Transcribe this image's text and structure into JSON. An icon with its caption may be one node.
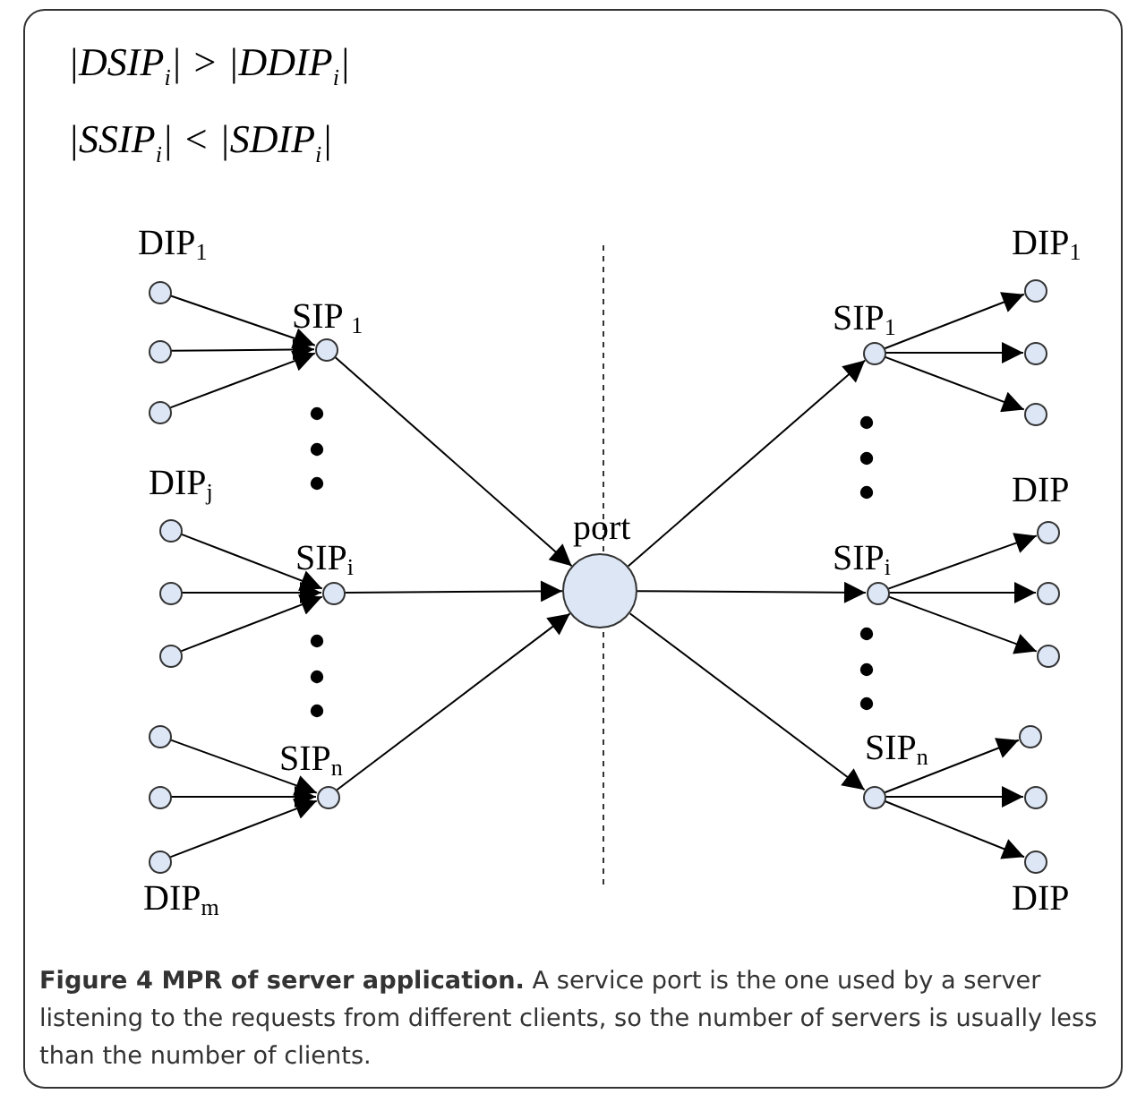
{
  "diagram": {
    "caption": "**Figure 4 MPR of server application.** A service port is the one used by a server listening to the requests from different clients, so the number of servers is usually less than the number of clients.",
    "nodes": [
      {
        "text": [],
        "shape": "circle",
        "beside": [
          "DIP$_{1}$"
        ]
      },
      {
        "text": [],
        "shape": "circle"
      },
      {
        "text": [],
        "shape": "circle"
      },
      {
        "text": [],
        "shape": "circle",
        "beside": [
          "SIP $_{1}$"
        ]
      },
      {
        "text": [],
        "shape": "circle",
        "beside": [
          "DIP$_{j}$"
        ]
      },
      {
        "text": [],
        "shape": "circle"
      },
      {
        "text": [],
        "shape": "circle"
      },
      {
        "text": [],
        "shape": "circle",
        "beside": [
          "SIP$_{i}$"
        ]
      },
      {
        "text": [],
        "shape": "circle"
      },
      {
        "text": [],
        "shape": "circle"
      },
      {
        "text": [],
        "shape": "circle",
        "beside": [
          "DIP$_{m}$"
        ]
      },
      {
        "text": [],
        "shape": "circle",
        "beside": [
          "SIP$_{n}$"
        ]
      },
      {
        "text": [],
        "shape": "circle",
        "beside": [
          "port"
        ]
      },
      {
        "text": [],
        "shape": "circle",
        "beside": [
          "SIP$_{1}$"
        ]
      },
      {
        "text": [],
        "shape": "circle",
        "beside": [
          "DIP$_{1}$"
        ]
      },
      {
        "text": [],
        "shape": "circle"
      },
      {
        "text": [],
        "shape": "circle"
      },
      {
        "text": [],
        "shape": "circle",
        "beside": [
          "SIP$_{i}$"
        ]
      },
      {
        "text": [],
        "shape": "circle",
        "beside": [
          "DIP"
        ]
      },
      {
        "text": [],
        "shape": "circle"
      },
      {
        "text": [],
        "shape": "circle"
      },
      {
        "text": [],
        "shape": "circle",
        "beside": [
          "SIP$_{n}$"
        ]
      },
      {
        "text": [],
        "shape": "circle"
      },
      {
        "text": [],
        "shape": "circle"
      },
      {
        "text": [],
        "shape": "circle",
        "beside": [
          "DIP"
        ]
      }
    ],
    "edges": [
      {
        "from": 0,
        "to": 3,
        "arrow": "to"
      },
      {
        "from": 1,
        "to": 3,
        "arrow": "to"
      },
      {
        "from": 2,
        "to": 3,
        "arrow": "to"
      },
      {
        "from": 4,
        "to": 7,
        "arrow": "to"
      },
      {
        "from": 5,
        "to": 7,
        "arrow": "to"
      },
      {
        "from": 6,
        "to": 7,
        "arrow": "to"
      },
      {
        "from": 8,
        "to": 11,
        "arrow": "to"
      },
      {
        "from": 9,
        "to": 11,
        "arrow": "to"
      },
      {
        "from": 10,
        "to": 11,
        "arrow": "to"
      },
      {
        "from": 3,
        "to": 12,
        "arrow": "to"
      },
      {
        "from": 7,
        "to": 12,
        "arrow": "to"
      },
      {
        "from": 11,
        "to": 12,
        "arrow": "to"
      },
      {
        "from": 12,
        "to": 13,
        "arrow": "to"
      },
      {
        "from": 12,
        "to": 17,
        "arrow": "to"
      },
      {
        "from": 12,
        "to": 21,
        "arrow": "to"
      },
      {
        "from": 13,
        "to": 14,
        "arrow": "to"
      },
      {
        "from": 13,
        "to": 15,
        "arrow": "to"
      },
      {
        "from": 13,
        "to": 16,
        "arrow": "to"
      },
      {
        "from": 17,
        "to": 18,
        "arrow": "to"
      },
      {
        "from": 17,
        "to": 19,
        "arrow": "to"
      },
      {
        "from": 17,
        "to": 20,
        "arrow": "to"
      },
      {
        "from": 21,
        "to": 22,
        "arrow": "to"
      },
      {
        "from": 21,
        "to": 23,
        "arrow": "to"
      },
      {
        "from": 21,
        "to": 24,
        "arrow": "to"
      }
    ],
    "labels": [
      "|DSIP$_{i}$| > |DDIP$_{i}$|",
      "|SSIP$_{i}$| < |SDIP$_{i}$|"
    ]
  }
}
